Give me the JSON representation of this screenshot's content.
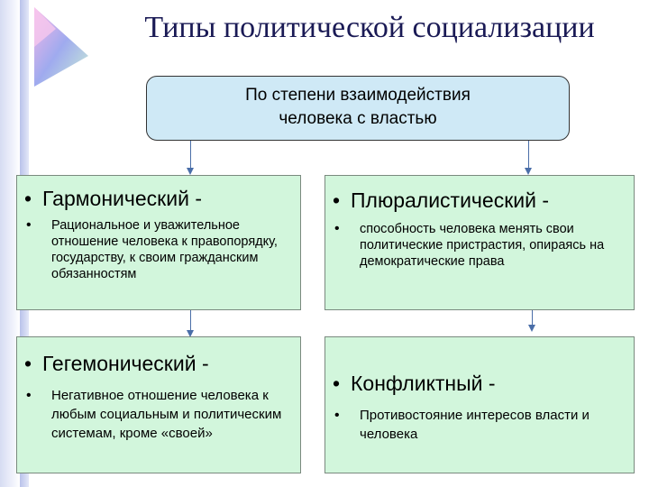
{
  "title": "Типы политической социализации",
  "criterion": {
    "line1": "По степени взаимодействия",
    "line2": "человека с властью"
  },
  "types": [
    {
      "name": "Гармонический -",
      "description": "Рациональное и уважительное отношение человека к правопорядку, государству, к своим гражданским обязанностям"
    },
    {
      "name": "Плюралистический -",
      "description": "способность человека менять свои политические пристрастия, опираясь на демократические права"
    },
    {
      "name": "Гегемонический -",
      "description": "Негативное отношение человека к любым социальным и политическим системам, кроме «своей»"
    },
    {
      "name": "Конфликтный -",
      "description": "Противостояние интересов власти и человека"
    }
  ],
  "colors": {
    "title": "#1a1a55",
    "criterion_box": "#cfe9f6",
    "type_box": "#d2f6dc",
    "arrow": "#4a6ea8"
  }
}
